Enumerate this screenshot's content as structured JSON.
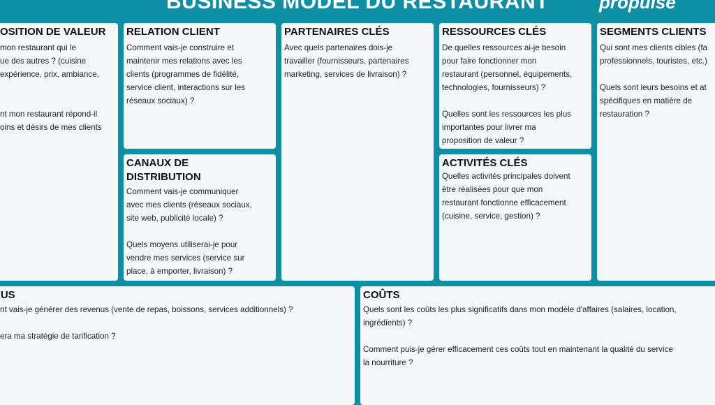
{
  "header": {
    "title": "BUSINESS MODEL DU RESTAURANT",
    "logo": "propulse"
  },
  "cards": {
    "proposition": {
      "title": "POSITION DE VALEUR",
      "text": "mon restaurant qui le\nue des autres ? (cuisine\nexpérience, prix, ambiance,\n\n\nnt mon restaurant répond-il\noins et désirs de mes clients"
    },
    "relation": {
      "title": "RELATION CLIENT",
      "text": "Comment vais-je construire et\nmaintenir mes relations avec les\nclients (programmes de fidélité,\nservice client, interactions sur les\nréseaux sociaux) ?"
    },
    "canaux": {
      "title": "CANAUX DE\nDISTRIBUTION",
      "text": "Comment vais-je communiquer\navec mes clients (réseaux sociaux,\nsite web, publicité locale) ?\n\nQuels moyens utiliserai-je pour\nvendre mes services (service sur\nplace, à emporter, livraison) ?"
    },
    "partenaires": {
      "title": "PARTENAIRES CLÉS",
      "text": "Avec quels partenaires dois-je\ntravailler (fournisseurs, partenaires\nmarketing, services de livraison) ?"
    },
    "ressources": {
      "title": "RESSOURCES CLÉS",
      "text": "De quelles ressources ai-je besoin\npour faire fonctionner mon\nrestaurant (personnel, équipements,\ntechnologies, fournisseurs) ?\n\nQuelles sont les ressources les plus\nimportantes pour livrer ma\nproposition de valeur ?"
    },
    "activites": {
      "title": "ACTIVITÉS CLÉS",
      "text": "Quelles activités principales doivent\nêtre réalisées pour que mon\nrestaurant fonctionne efficacement\n(cuisine, service, gestion) ?"
    },
    "segments": {
      "title": "SEGMENTS CLIENTS",
      "text": "Qui sont mes clients cibles (fa\nprofessionnels, touristes, etc.)\n\nQuels sont leurs besoins et at\nspécifiques en matière de\nrestauration ?"
    },
    "revenus": {
      "title": "NUS",
      "text": "nt vais-je générer des revenus (vente de repas, boissons, services additionnels) ?\n\nera ma stratégie de tarification ?"
    },
    "couts": {
      "title": "COÛTS",
      "text": "Quels sont les coûts les plus significatifs dans mon modèle d'affaires (salaires, location,\ningrédients) ?\n\nComment puis-je gérer efficacement ces coûts tout en maintenant la qualité du service\nla nourriture ?"
    }
  }
}
